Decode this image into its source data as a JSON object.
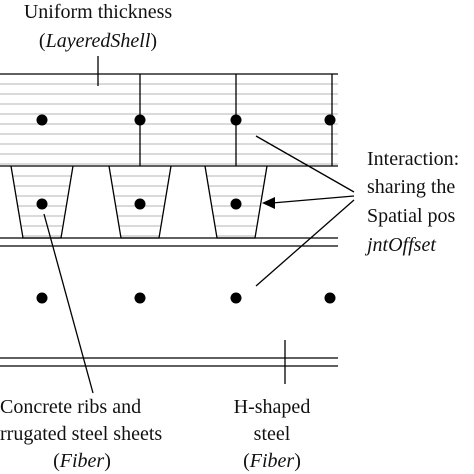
{
  "labels": {
    "uniform_title": "Uniform thickness",
    "uniform_sub": "LayeredShell",
    "interaction_1": "Interaction:",
    "interaction_2": "sharing the",
    "interaction_3": "Spatial pos",
    "interaction_4": "jntOffset",
    "ribs_1": "Concrete ribs and",
    "ribs_2": "rrugated steel sheets",
    "ribs_3": "Fiber",
    "h_1": "H-shaped",
    "h_2": "steel",
    "h_3": "Fiber"
  },
  "colors": {
    "line": "#000000",
    "layer_line": "#b5b5b5",
    "text": "#111111"
  }
}
